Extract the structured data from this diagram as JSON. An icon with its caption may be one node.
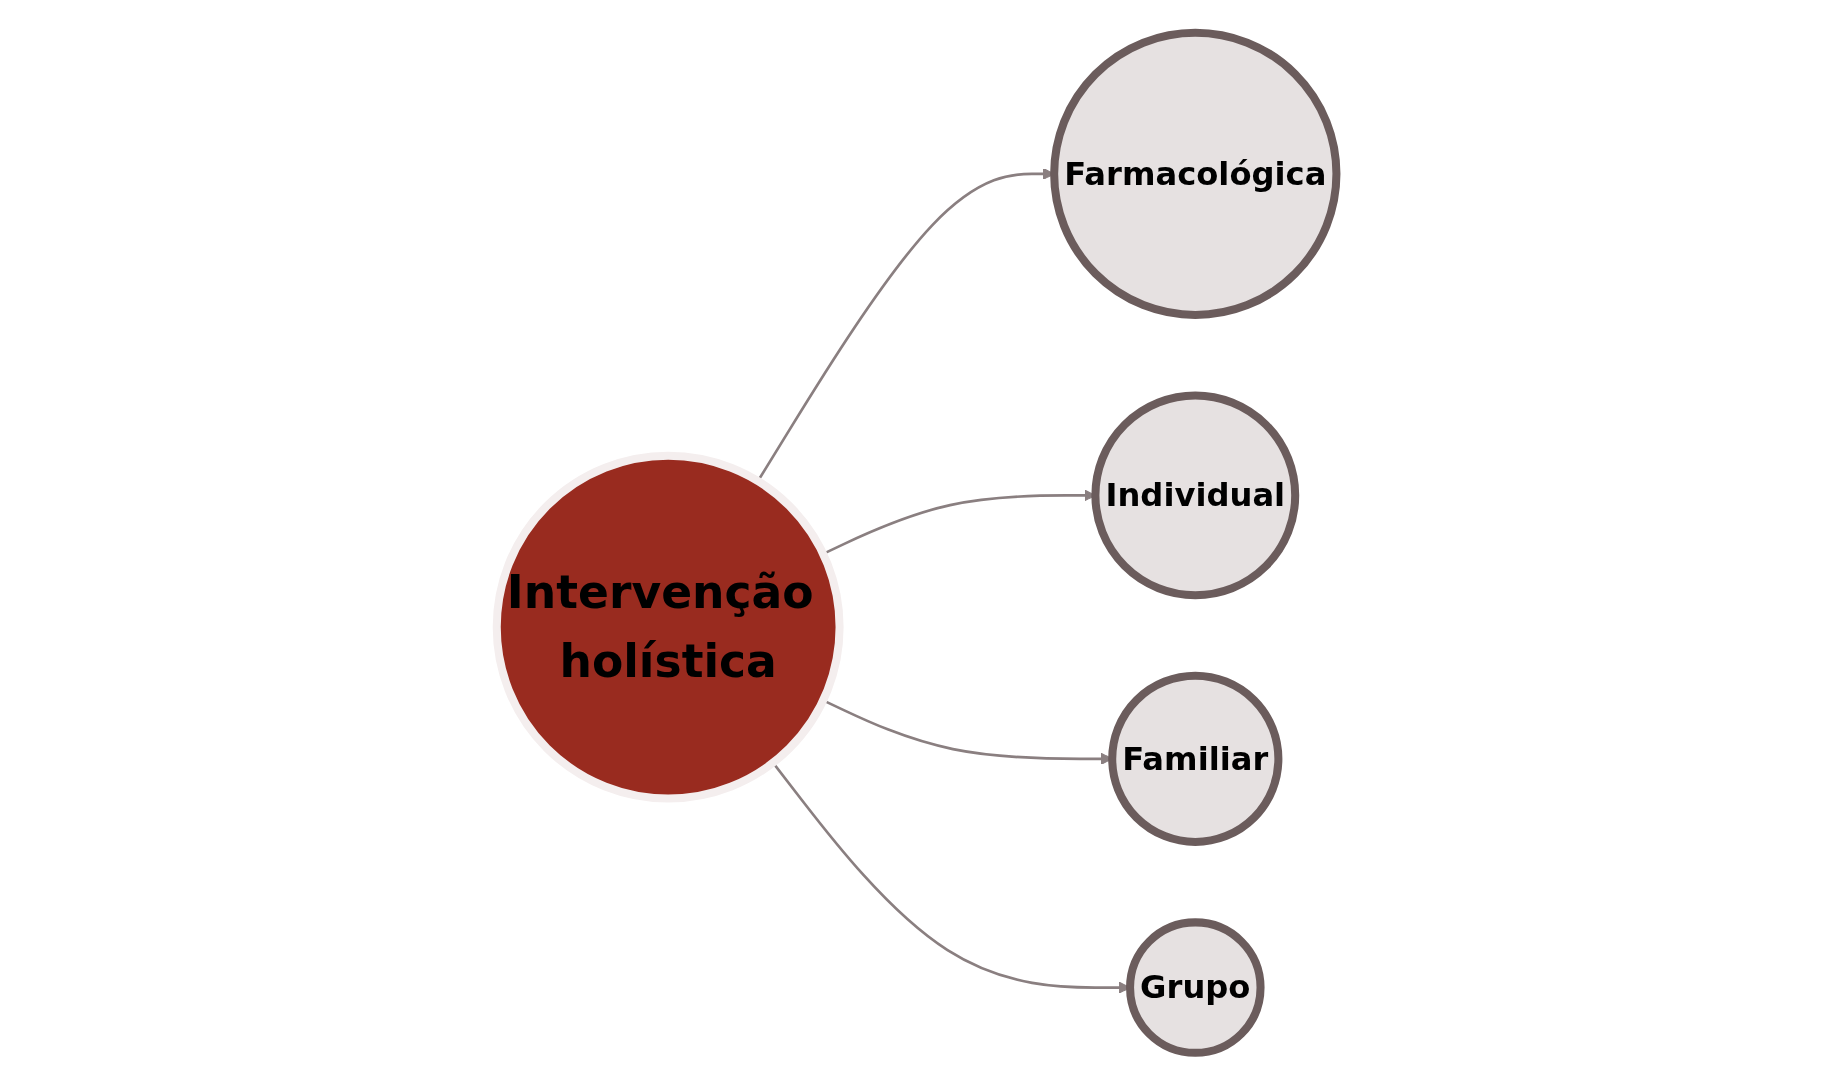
{
  "diagram": {
    "nodes": [
      {
        "text": [
          "Farmacológica"
        ]
      },
      {
        "text": [
          "Individual"
        ]
      },
      {
        "text": [
          "Intervenção holística"
        ]
      },
      {
        "text": [
          "Familiar"
        ]
      },
      {
        "text": [
          "Grupo"
        ]
      }
    ],
    "edges": [
      {
        "from": 2,
        "to": 0,
        "arrow": "to"
      },
      {
        "from": 2,
        "to": 1,
        "arrow": "to"
      },
      {
        "from": 2,
        "to": 3,
        "arrow": "to"
      },
      {
        "from": 2,
        "to": 4,
        "arrow": "to"
      }
    ]
  }
}
